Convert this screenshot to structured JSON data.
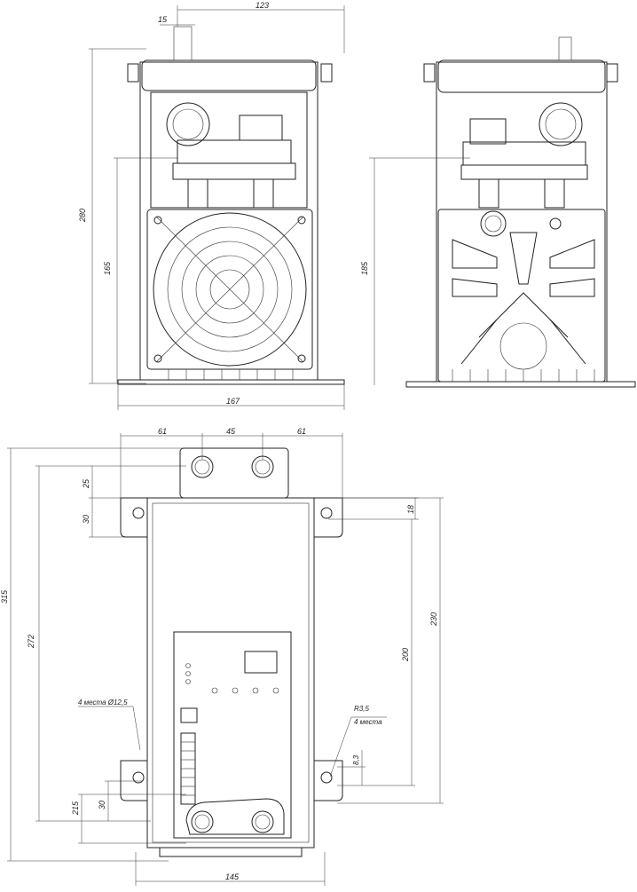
{
  "front_view": {
    "dims": {
      "d123": "123",
      "d15": "15",
      "d280": "280",
      "d165": "165",
      "d167": "167"
    }
  },
  "side_view": {
    "dims": {
      "d185": "185"
    }
  },
  "top_view": {
    "dims": {
      "d61_left": "61",
      "d45": "45",
      "d61_right": "61",
      "d25": "25",
      "d30_top": "30",
      "d18": "18",
      "d315": "315",
      "d272": "272",
      "d230": "230",
      "d200": "200",
      "d8_3": "8,3",
      "d215": "215",
      "d30_bottom": "30",
      "d145": "145"
    },
    "notes": {
      "holes": "4 места Ø12,5",
      "radius": "R3,5",
      "radius_qty": "4 места"
    }
  }
}
